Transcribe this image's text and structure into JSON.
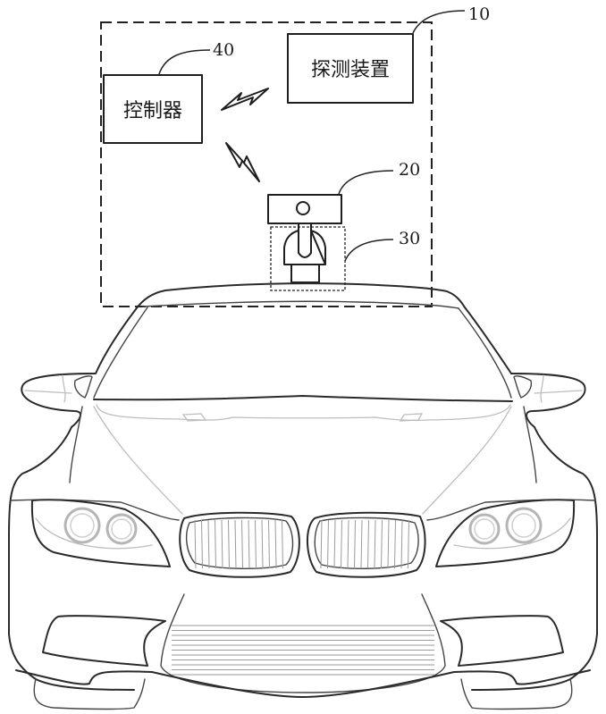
{
  "diagram": {
    "boxes": {
      "controller": {
        "label": "控制器",
        "ref": "40"
      },
      "detector": {
        "label": "探测装置",
        "ref": "10"
      }
    },
    "refs": {
      "device": "20",
      "mount": "30"
    },
    "links": [
      {
        "from": "controller",
        "to": "detector",
        "type": "wireless"
      },
      {
        "from": "controller",
        "to": "device",
        "type": "wireless"
      }
    ],
    "colors": {
      "line": "#1e1e1e",
      "light_line": "#bdbdbd",
      "background": "#ffffff"
    }
  }
}
